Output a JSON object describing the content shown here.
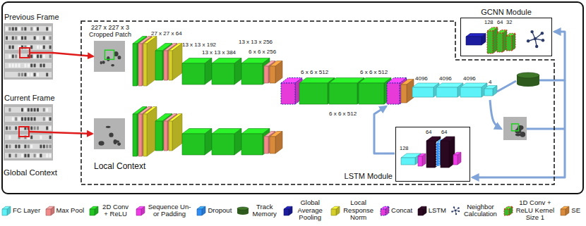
{
  "diagram": {
    "nodes": [
      {
        "text": [
          "Previous Frame"
        ]
      },
      {
        "text": [
          "Current Frame"
        ]
      },
      {
        "text": [
          "Local Context"
        ]
      },
      {
        "text": [
          "227 x 227 x 3 Cropped Patch"
        ],
        "in": 2
      },
      {
        "text": [
          "GCNN Module"
        ]
      },
      {
        "text": [
          "LSTM Module"
        ],
        "in": 2
      }
    ],
    "edges": [
      {
        "from": 0,
        "to": 3,
        "arrow": "to"
      }
    ],
    "labels": [
      "Global Context",
      "27 x 27 x 64",
      "13 x 13 x 192",
      "13 x 13 x 384",
      "13 x 13 x 256",
      "6 x 6 x 256",
      "6 x 6 x 512",
      "6 x 6 x 512",
      "6 x 6 x 512",
      "4096",
      "4096",
      "4096",
      "4",
      "128",
      "64",
      "32",
      "128",
      "64",
      "64"
    ],
    "legend": [
      {
        "text": "FC Layer",
        "color": "#5cf2f7"
      },
      {
        "text": "Max Pool",
        "color": "#f28a8a"
      },
      {
        "text": "2D Conv + ReLU",
        "color": "#22c422"
      },
      {
        "text": "Sequence Un- or Padding",
        "color": "#f03ce6"
      },
      {
        "text": "Dropout",
        "color": "#2f8ef5"
      },
      {
        "text": "Track Memory"
      },
      {
        "text": "Global Average Pooling",
        "color": "#1c1c9e"
      },
      {
        "text": "Local Response Norm",
        "color": "#d6cf2a"
      },
      {
        "text": "Concat",
        "color": "#e83ad8"
      },
      {
        "text": "LSTM",
        "color": "#2a0820"
      },
      {
        "text": "Neighbor Calculation"
      },
      {
        "text": "1D Conv + ReLU Kernel Size 1",
        "color": "#3cb82a"
      },
      {
        "text": "SE",
        "color": "#d98a3a"
      }
    ]
  }
}
